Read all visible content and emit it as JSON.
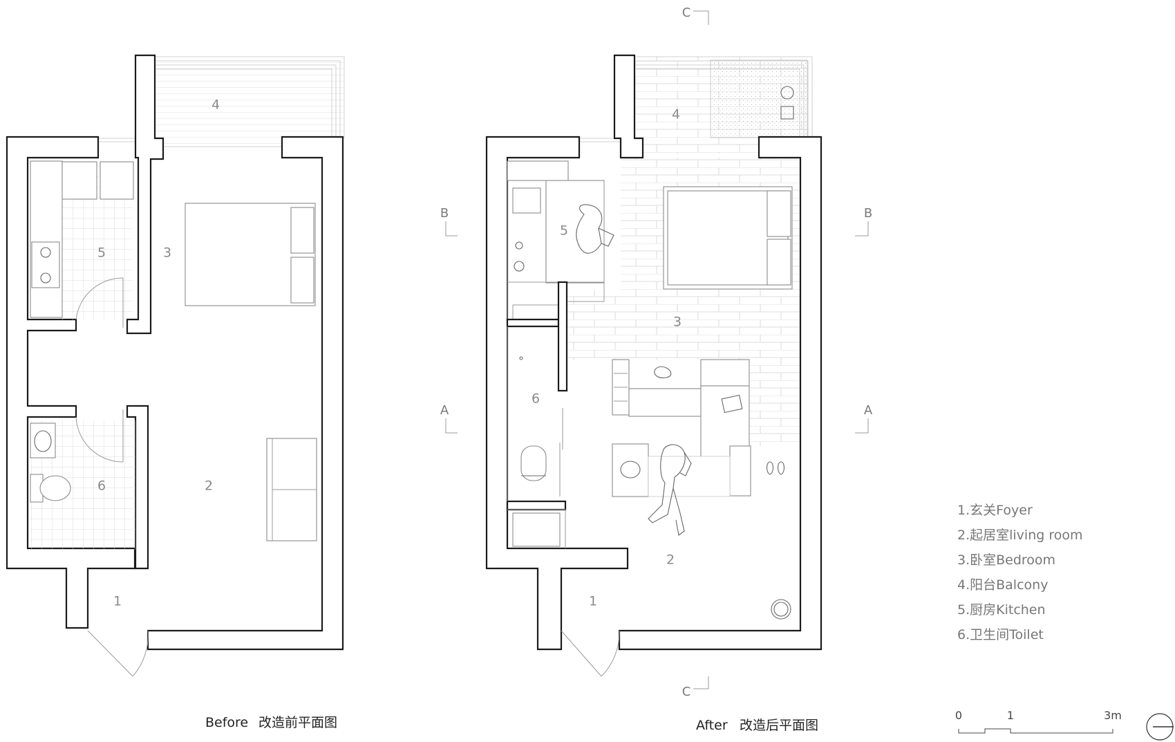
{
  "before_plan": {
    "caption_en": "Before",
    "caption_cn": "改造前平面图",
    "rooms": [
      "1",
      "2",
      "3",
      "4",
      "5",
      "6"
    ]
  },
  "after_plan": {
    "caption_en": "After",
    "caption_cn": "改造后平面图",
    "rooms": [
      "1",
      "2",
      "3",
      "4",
      "5",
      "6"
    ],
    "section_marks": [
      "A",
      "A",
      "B",
      "B",
      "C",
      "C"
    ]
  },
  "legend": [
    "1.玄关Foyer",
    "2.起居室living room",
    "3.卧室Bedroom",
    "4.阳台Balcony",
    "5.厨房Kitchen",
    "6.卫生间Toilet"
  ],
  "scale_bar": {
    "labels": [
      "0",
      "1",
      "3m"
    ]
  },
  "colors": {
    "wall": "#1a1a1a",
    "line": "#9a9a9a",
    "label": "#8a8a8a"
  }
}
